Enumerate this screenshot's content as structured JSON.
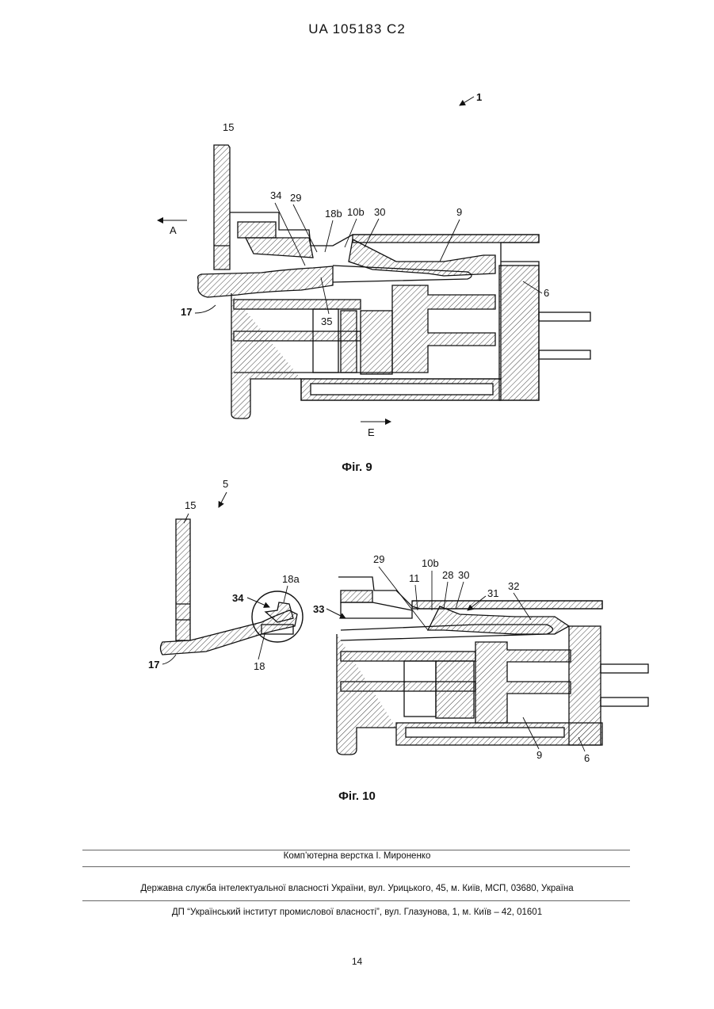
{
  "header": {
    "patent_number": "UA   105183   C2"
  },
  "figure9": {
    "caption": "Фіг. 9",
    "labels": {
      "ref1": "1",
      "ref15": "15",
      "ref34": "34",
      "ref29": "29",
      "ref18b": "18b",
      "ref10b": "10b",
      "ref30": "30",
      "ref9": "9",
      "ref6": "6",
      "ref17": "17",
      "ref35": "35",
      "arrowA": "A",
      "arrowE": "E"
    }
  },
  "figure10": {
    "caption": "Фіг. 10",
    "labels": {
      "ref5": "5",
      "ref15": "15",
      "ref18a": "18a",
      "ref34": "34",
      "ref17": "17",
      "ref18": "18",
      "ref33": "33",
      "ref29": "29",
      "ref10b": "10b",
      "ref11": "11",
      "ref28": "28",
      "ref30": "30",
      "ref31": "31",
      "ref32": "32",
      "ref9": "9",
      "ref6": "6"
    }
  },
  "footer": {
    "line1": "Комп’ютерна верстка І. Мироненко",
    "line2": "Державна служба інтелектуальної власності України, вул. Урицького, 45, м. Київ, МСП, 03680, Україна",
    "line3": "ДП “Український інститут промислової власності”, вул. Глазунова, 1, м. Київ – 42, 01601",
    "page_number": "14"
  }
}
